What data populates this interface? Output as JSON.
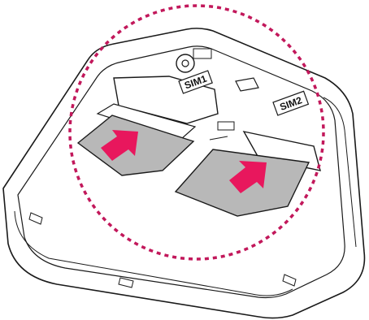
{
  "labels": {
    "sim1": "SIM1",
    "sim2": "SIM2"
  },
  "colors": {
    "highlight_circle": "#c2185b",
    "arrow": "#e8175d",
    "sim_card": "#b8b8b8",
    "line": "#1a1a1a"
  },
  "icons": {
    "insert_arrow": "arrow-up-right",
    "highlight": "dashed-circle"
  }
}
